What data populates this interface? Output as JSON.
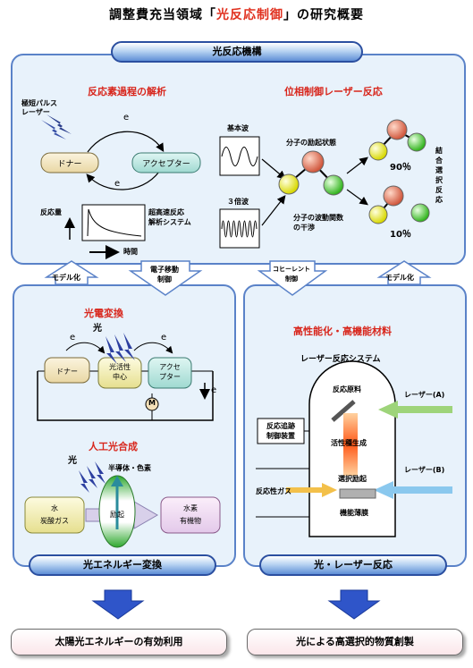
{
  "title": {
    "pre": "調整費充当領域「",
    "highlight": "光反応制御",
    "post": "」の研究概要"
  },
  "top_panel": {
    "header": "光反応機構",
    "left": {
      "heading": "反応素過程の解析",
      "laser": "極短パルス\nレーザー",
      "donor": "ドナー",
      "acceptor": "アクセプター",
      "electron": "e",
      "y_label": "反応量",
      "x_label": "時間",
      "system": "超高速反応\n解析システム"
    },
    "right": {
      "heading": "位相制御レーザー反応",
      "fundamental": "基本波",
      "third": "３倍波",
      "excited": "分子の励起状態",
      "interference": "分子の波動関数\nの干渉",
      "pct_top": "90％",
      "pct_bottom": "10％",
      "selective": "結合選択反応"
    }
  },
  "connectors": {
    "model_left": "モデル化",
    "electron_transfer": "電子移動\n制御",
    "coherent": "コヒーレント\n制御",
    "model_right": "モデル化"
  },
  "left_panel": {
    "photoelectric": "光電変換",
    "light": "光",
    "electron": "e",
    "donor": "ドナー",
    "center": "光活性\n中心",
    "acceptor": "アクセ\nプター",
    "motor": "M",
    "artificial": "人工光合成",
    "light2": "光",
    "semiconductor": "半導体・色素",
    "input": "水\n炭酸ガス",
    "excite": "励起",
    "output": "水素\n有機物",
    "footer": "光エネルギー変換"
  },
  "right_panel": {
    "heading": "高性能化・高機能材料",
    "system": "レーザー反応システム",
    "raw": "反応原料",
    "laser_a": "レーザー(A)",
    "tracking": "反応追跡\n制御装置",
    "active_species": "活性種生成",
    "selective_excite": "選択励起",
    "laser_b": "レーザー(B)",
    "gas": "反応性ガス",
    "film": "機能薄膜",
    "footer": "光・レーザー反応"
  },
  "outputs": {
    "left": "太陽光エネルギーの有効利用",
    "right": "光による高選択的物質創製"
  },
  "colors": {
    "panel_border": "#5a82c8",
    "panel_fill": "#e8f2fb",
    "accent_red": "#d8261c",
    "arrow_blue": "#2f55c9"
  }
}
